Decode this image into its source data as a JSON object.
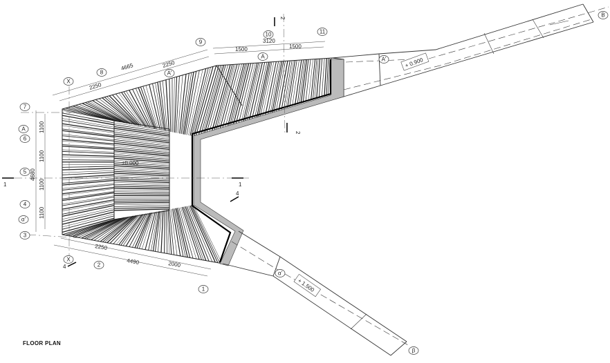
{
  "title": "FLOOR PLAN",
  "levels": {
    "main": "±0.000",
    "upper_ramp": "+ 0.900",
    "lower_ramp": "+ 1.500"
  },
  "grid_bubbles": {
    "g1": "1",
    "g2": "2",
    "g3": "3",
    "g4": "4",
    "g5": "5",
    "g6": "6",
    "g7": "7",
    "g8": "8",
    "g9": "9",
    "g10": "10",
    "g11": "11",
    "x_top": "X",
    "x_bottom": "X",
    "a_left": "A",
    "a_top": "A",
    "a_prime_top": "A'",
    "a_prime_ramp": "A'",
    "alpha_left": "α'",
    "alpha_ramp": "α'",
    "b_end": "B",
    "beta_end": "β"
  },
  "dimensions": {
    "top_total": "4665",
    "top_a": "2250",
    "top_b": "2250",
    "right_total": "3120",
    "right_a": "1500",
    "right_b": "1500",
    "left_total": "4680",
    "left_1": "1100",
    "left_2": "1100",
    "left_3": "1100",
    "left_4": "1100",
    "bottom_total": "4490",
    "bottom_a": "2250",
    "bottom_b": "2000"
  },
  "section_marks": {
    "s1_left": "1",
    "s1_right": "1",
    "s2_top": "2",
    "s2_bottom": "2",
    "s4_top": "4",
    "s4_bottom": "4"
  }
}
